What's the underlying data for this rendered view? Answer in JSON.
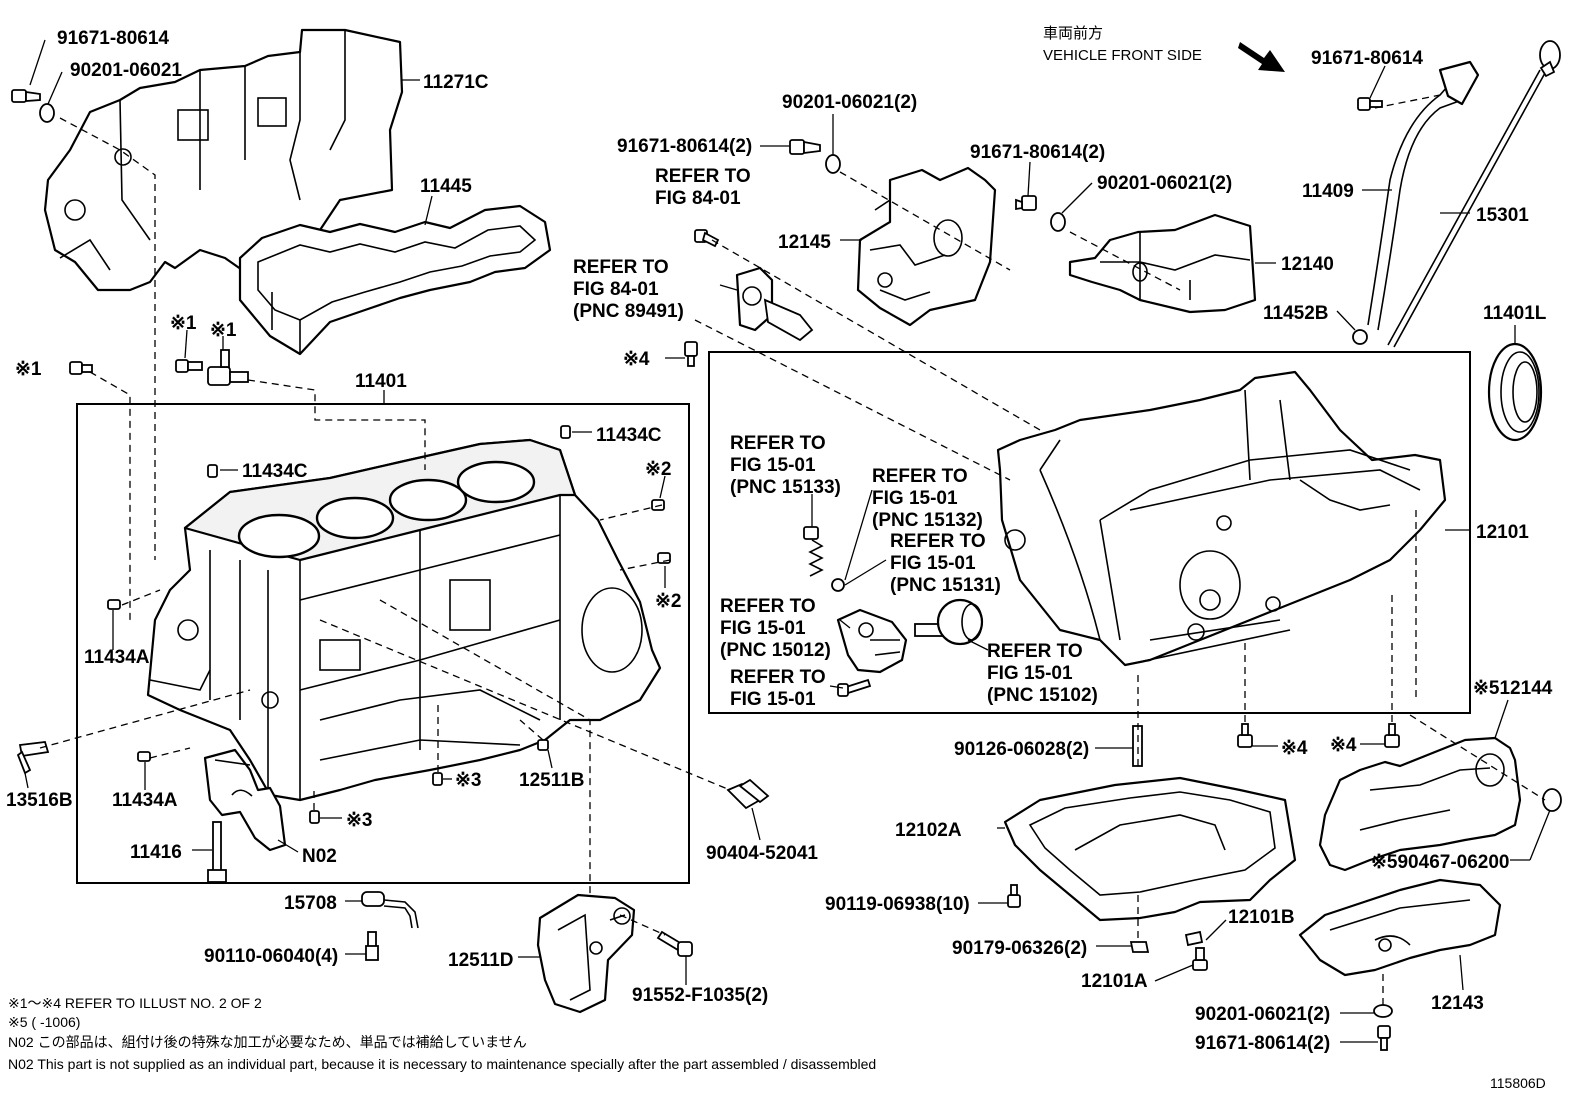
{
  "diagram_id": "115806D",
  "orientation": {
    "label_jp": "車両前方",
    "label_en": "VEHICLE FRONT SIDE",
    "arrow_icon": "direction-arrow-icon"
  },
  "refer_notes": {
    "fig84_a": [
      "REFER TO",
      "FIG 84-01"
    ],
    "fig84_b": [
      "REFER TO",
      "FIG 84-01",
      "(PNC 89491)"
    ],
    "fig15_15133": [
      "REFER TO",
      "FIG 15-01",
      "(PNC 15133)"
    ],
    "fig15_15132": [
      "REFER TO",
      "FIG 15-01",
      "(PNC 15132)"
    ],
    "fig15_15131": [
      "REFER TO",
      "FIG 15-01",
      "(PNC 15131)"
    ],
    "fig15_15012": [
      "REFER TO",
      "FIG 15-01",
      "(PNC 15012)"
    ],
    "fig15_plain": [
      "REFER TO",
      "FIG 15-01"
    ],
    "fig15_15102": [
      "REFER TO",
      "FIG 15-01",
      "(PNC 15102)"
    ]
  },
  "part_labels": {
    "p_91671_80614_tl": "91671-80614",
    "p_90201_06021_tl": "90201-06021",
    "p_11271c": "11271C",
    "p_11445": "11445",
    "p_x1_a": "※1",
    "p_x1_b": "※1",
    "p_x1_c": "※1",
    "p_11401": "11401",
    "p_11434c_a": "11434C",
    "p_11434c_b": "11434C",
    "p_x2_a": "※2",
    "p_x2_b": "※2",
    "p_11434a_a": "11434A",
    "p_11434a_b": "11434A",
    "p_13516b": "13516B",
    "p_11416": "11416",
    "p_n02": "N02",
    "p_x3_a": "※3",
    "p_x3_b": "※3",
    "p_12511b": "12511B",
    "p_15708": "15708",
    "p_90110_06040": "90110-06040(4)",
    "p_12511d": "12511D",
    "p_91552_f1035": "91552-F1035(2)",
    "p_90404_52041": "90404-52041",
    "p_91671_80614_2a": "91671-80614(2)",
    "p_90201_06021_2a": "90201-06021(2)",
    "p_12145": "12145",
    "p_91671_80614_2b": "91671-80614(2)",
    "p_90201_06021_2b": "90201-06021(2)",
    "p_12140": "12140",
    "p_x4_a": "※4",
    "p_91671_80614_tr": "91671-80614",
    "p_11409": "11409",
    "p_15301": "15301",
    "p_11452b": "11452B",
    "p_11401l": "11401L",
    "p_12101": "12101",
    "p_x5_12144": "※512144",
    "p_90126_06028": "90126-06028(2)",
    "p_x4_b": "※4",
    "p_x4_c": "※4",
    "p_12102a": "12102A",
    "p_590467_06200": "※590467-06200",
    "p_90119_06938": "90119-06938(10)",
    "p_12101b": "12101B",
    "p_90179_06326": "90179-06326(2)",
    "p_12101a": "12101A",
    "p_12143": "12143",
    "p_90201_06021_2c": "90201-06021(2)",
    "p_91671_80614_2c": "91671-80614(2)"
  },
  "footnotes": {
    "line1": "※1～※4  REFER TO ILLUST NO. 2 OF 2",
    "line2": "※5 (        -1006)",
    "line3": "N02  この部品は、組付け後の特殊な加工が必要なため、単品では補給していません",
    "line4": "N02  This part is not supplied as an individual part, because it is necessary to maintenance specially after the part assembled / disassembled"
  }
}
